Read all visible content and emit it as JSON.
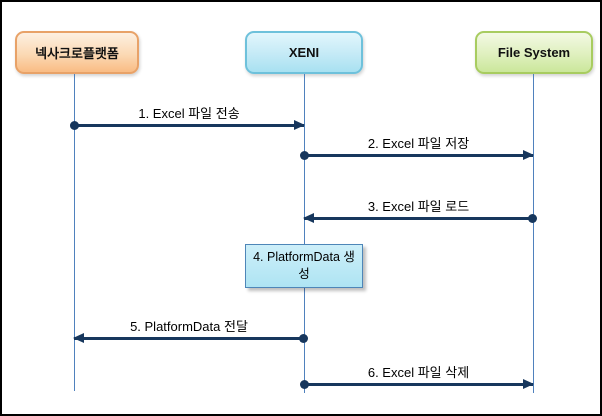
{
  "diagram": {
    "type": "sequence-diagram",
    "actors": [
      {
        "id": "nexacro",
        "label": "넥사크로플랫폼",
        "fill_top": "#FDF0E1",
        "fill_bottom": "#F9BC84",
        "border": "#E8A268"
      },
      {
        "id": "xeni",
        "label": "XENI",
        "fill_top": "#E2F6FC",
        "fill_bottom": "#A8E1F1",
        "border": "#6EC1DB"
      },
      {
        "id": "filesystem",
        "label": "File System",
        "fill_top": "#F3F9E4",
        "fill_bottom": "#CBE79B",
        "border": "#A8CC60"
      }
    ],
    "messages": [
      {
        "seq": "1",
        "label": "1. Excel 파일 전송",
        "from": "넥사크로플랫폼",
        "to": "XENI",
        "direction": "right"
      },
      {
        "seq": "2",
        "label": "2. Excel 파일 저장",
        "from": "XENI",
        "to": "File System",
        "direction": "right"
      },
      {
        "seq": "3",
        "label": "3. Excel 파일 로드",
        "from": "File System",
        "to": "XENI",
        "direction": "left"
      },
      {
        "seq": "4",
        "label": "4. PlatformData 생성",
        "from": "XENI",
        "to": "XENI",
        "kind": "self-note"
      },
      {
        "seq": "5",
        "label": "5. PlatformData 전달",
        "from": "XENI",
        "to": "넥사크로플랫폼",
        "direction": "left"
      },
      {
        "seq": "6",
        "label": "6. Excel 파일 삭제",
        "from": "XENI",
        "to": "File System",
        "direction": "right"
      }
    ],
    "colors": {
      "arrow": "#17375D",
      "lifeline": "#4F81BD",
      "background": "#FFFFFF",
      "outer_border": "#000000",
      "self_note_border": "#4E86B8",
      "self_note_fill_top": "#CDEFF9",
      "self_note_fill_bottom": "#AEE4F3"
    }
  }
}
